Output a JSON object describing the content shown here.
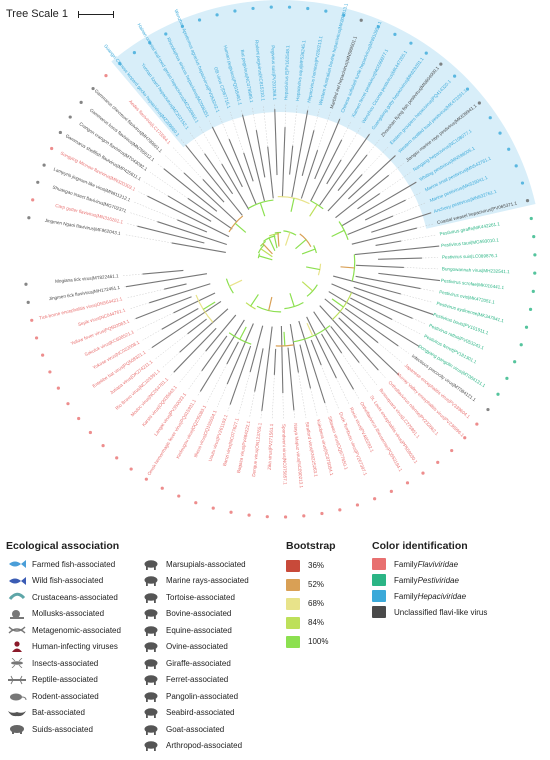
{
  "scale_label": "Tree Scale 1",
  "colors": {
    "flavi": "#e87070",
    "pesti": "#2bb585",
    "hepaci": "#3ba9d9",
    "unclassified": "#4a4a4a",
    "hepaci_bg": "#d8eef9",
    "branch_green": "#8ce050"
  },
  "leaves": [
    {
      "label": "Jingmen Ngaoi flavivirus|MF962043.1",
      "group": "unclassified"
    },
    {
      "label": "Carp gutter flavivirus|MN316261.1",
      "group": "flavi"
    },
    {
      "label": "Shuangao insect flavivirus|MG702371",
      "group": "unclassified"
    },
    {
      "label": "Lampyris jingmen-like virus|MN811212.1",
      "group": "unclassified"
    },
    {
      "label": "Songying Minnow flavivirus|MN320303.1",
      "group": "flavi"
    },
    {
      "label": "Gammarus shellfish flavivirus|MP425611.1",
      "group": "unclassified"
    },
    {
      "label": "Crangon crangon flavivirus|MT043092.1",
      "group": "unclassified"
    },
    {
      "label": "Gammarus luvus flavivirus|MN765612.1",
      "group": "unclassified"
    },
    {
      "label": "Gammarus chevreuxi flavivirus|MH790661.1",
      "group": "unclassified"
    },
    {
      "label": "Aedes flavivirus|LC170064.1",
      "group": "flavi"
    },
    {
      "label": "Guangxi Chinese leopard gecko hepacivirus|MZ209660.1",
      "group": "hepaci"
    },
    {
      "label": "Yunnan lizard hepacivirus|MZ202152.1",
      "group": "hepaci"
    },
    {
      "label": "Hainan oriental leaf-toed gecko hepacivirus|MZ209650.1",
      "group": "hepaci"
    },
    {
      "label": "Rhinolophus sinicus hepacivirus|MZ008351",
      "group": "hepaci"
    },
    {
      "label": "Wenzhou Apodemus agrarius hepacivirus|PV053242.1",
      "group": "hepaci"
    },
    {
      "label": "GB virus C|D87716.1",
      "group": "hepaci"
    },
    {
      "label": "Human pegivirus|PQ618481.1",
      "group": "hepaci"
    },
    {
      "label": "Bat pegivirus|NC079989.1",
      "group": "hepaci"
    },
    {
      "label": "Rodent pegivirus|KC815310.1",
      "group": "hepaci"
    },
    {
      "label": "Pegivirus suis|PV201269.1",
      "group": "hepaci"
    },
    {
      "label": "Hepacivirus E|PV162548.1",
      "group": "hepaci"
    },
    {
      "label": "Hepacivirus equi|MF536245.1",
      "group": "hepaci"
    },
    {
      "label": "Hepacivirus hominis|PV260213.1",
      "group": "hepaci"
    },
    {
      "label": "Western Australian bovine hepacivirus|MK808813.1",
      "group": "hepaci"
    },
    {
      "label": "Marbled eel hepacivirus|MN599001.1",
      "group": "unclassified"
    },
    {
      "label": "Chinese softshell turtle hepacivirus|MN810854.1",
      "group": "hepaci"
    },
    {
      "label": "Xiamen ferret pestivirus|MG599977.1",
      "group": "hepaci"
    },
    {
      "label": "Wenzhou Ciconia pestivirus|MK447265.1",
      "group": "hepaci"
    },
    {
      "label": "Guangdong goby hepacivirus|MK629281.1",
      "group": "hepaci"
    },
    {
      "label": "Zhoushan flying fish pestivirus|MN604000.1",
      "group": "unclassified"
    },
    {
      "label": "Eastern groupers hepacivirus|PQ414320.1",
      "group": "hepaci"
    },
    {
      "label": "Western mottled toad pestivirus|MK472261.1",
      "group": "hepaci"
    },
    {
      "label": "Jiangsu marine rays pestivirus|MK639941.1",
      "group": "unclassified"
    },
    {
      "label": "Nangang hepacivirus|NC108077.1",
      "group": "hepaci"
    },
    {
      "label": "Whiting pestivirus|MN599005.1",
      "group": "hepaci"
    },
    {
      "label": "Marine snail pestivirus|MN542761.1",
      "group": "hepaci"
    },
    {
      "label": "Marine pestivirus|MK629041.1",
      "group": "hepaci"
    },
    {
      "label": "Anchovy pestivirus|MN632761.1",
      "group": "hepaci"
    },
    {
      "label": "Coastal weasel hepacivirus|PV065371.1",
      "group": "unclassified"
    },
    {
      "label": "Pestivirus giraffe|MK442261.1",
      "group": "pesti"
    },
    {
      "label": "Pestivirus tauri|MG593010.1",
      "group": "pesti"
    },
    {
      "label": "Pestivirus suis|LC089876.1",
      "group": "pesti"
    },
    {
      "label": "Bungowannah virus|MH232541.1",
      "group": "pesti"
    },
    {
      "label": "Pestivirus scrofae|MK016441.1",
      "group": "pesti"
    },
    {
      "label": "Pestivirus ovis|MK472051.1",
      "group": "pesti"
    },
    {
      "label": "Pestivirus aydinense|MK347841.1",
      "group": "pesti"
    },
    {
      "label": "Pestivirus bovis|PV101911.1",
      "group": "pesti"
    },
    {
      "label": "Pestivirus rattus|PV053243.1",
      "group": "pesti"
    },
    {
      "label": "Pestivirus ferret|PV181301.1",
      "group": "pesti"
    },
    {
      "label": "Dongyang pangolin virus|MT084131.1",
      "group": "pesti"
    },
    {
      "label": "Infectious precocity virus|MT084121.1",
      "group": "unclassified"
    },
    {
      "label": "Japanese encephalitis virus|PV339604.1",
      "group": "flavi"
    },
    {
      "label": "Murray Valley encephalitis virus|PV236996.1",
      "group": "flavi"
    },
    {
      "label": "Orthoflavivirus nilense|PV232662.1",
      "group": "flavi"
    },
    {
      "label": "Bussuquara virus|LC275851.1",
      "group": "flavi"
    },
    {
      "label": "St. Louis encephalitis virus|PP559030.1",
      "group": "flavi"
    },
    {
      "label": "Orthoflavivirus ilheusense|PQ553194.1",
      "group": "flavi"
    },
    {
      "label": "Rocio virus|PV485282.1",
      "group": "flavi"
    },
    {
      "label": "Duck Tembusu virus|PV267397.1",
      "group": "flavi"
    },
    {
      "label": "Sitiawan virus|OQ977650.1",
      "group": "flavi"
    },
    {
      "label": "Kokobera virus|NC075054.1",
      "group": "flavi"
    },
    {
      "label": "Stratford virus|KM225263.1",
      "group": "flavi"
    },
    {
      "label": "Ntaya Mapuz virus|NC090213.1",
      "group": "flavi"
    },
    {
      "label": "Spondweni virus|NC075857.1",
      "group": "flavi"
    },
    {
      "label": "Zika virus|PV271561.1",
      "group": "flavi"
    },
    {
      "label": "Dengue virus|ON123765.1",
      "group": "flavi"
    },
    {
      "label": "Bagaza virus|PV484222.1",
      "group": "flavi"
    },
    {
      "label": "Banzi virus|NC077627.1",
      "group": "flavi"
    },
    {
      "label": "Usutu virus|PV261103.1",
      "group": "flavi"
    },
    {
      "label": "Ilheus virus|OQ155554.1",
      "group": "flavi"
    },
    {
      "label": "Kedougou virus|OQ235083.1",
      "group": "flavi"
    },
    {
      "label": "Omsk hemorrhagic fever virus|PQ015931.1",
      "group": "flavi"
    },
    {
      "label": "Langat virus|PV350033.1",
      "group": "flavi"
    },
    {
      "label": "Karshi virus|OQ035843.1",
      "group": "flavi"
    },
    {
      "label": "Modoc virus|NC054781.1",
      "group": "flavi"
    },
    {
      "label": "Rio Bravo virus|NC103391.1",
      "group": "flavi"
    },
    {
      "label": "Jutiapa virus|OK274211.1",
      "group": "flavi"
    },
    {
      "label": "Entebbe bat virus|PQ508321.1",
      "group": "flavi"
    },
    {
      "label": "Yokose virus|NC022008.1",
      "group": "flavi"
    },
    {
      "label": "Sokuluk virus|KC608521.1",
      "group": "flavi"
    },
    {
      "label": "Yellow fever virus|PQ502063.1",
      "group": "flavi"
    },
    {
      "label": "Sepik virus|NC044761.1",
      "group": "flavi"
    },
    {
      "label": "Tick-borne encephalitis virus|ON564421.1",
      "group": "flavi"
    },
    {
      "label": "Jingmen tick flavivirus|MH172451.1",
      "group": "unclassified"
    },
    {
      "label": "Mogiana tick virus|MT822461.1",
      "group": "unclassified"
    }
  ],
  "legend_eco": {
    "title": "Ecological association",
    "items": [
      {
        "icon": "fish-icon",
        "label": "Farmed fish-associated",
        "color": "#4a9ed8"
      },
      {
        "icon": "fish-icon",
        "label": "Wild fish-associated",
        "color": "#3b5cb4"
      },
      {
        "icon": "shrimp-icon",
        "label": "Crustaceans-associated",
        "color": "#5ea6a8"
      },
      {
        "icon": "snail-icon",
        "label": "Mollusks-associated",
        "color": "#777777"
      },
      {
        "icon": "dna-icon",
        "label": "Metagenomic-associated",
        "color": "#777777"
      },
      {
        "icon": "person-icon",
        "label": "Human-infecting viruses",
        "color": "#8b1a2a"
      },
      {
        "icon": "insect-icon",
        "label": "Insects-associated",
        "color": "#777777"
      },
      {
        "icon": "lizard-icon",
        "label": "Reptile-associated",
        "color": "#777777"
      },
      {
        "icon": "rodent-icon",
        "label": "Rodent-associated",
        "color": "#777777"
      },
      {
        "icon": "bat-icon",
        "label": "Bat-associated",
        "color": "#555555"
      },
      {
        "icon": "pig-icon",
        "label": "Suids-associated",
        "color": "#666666"
      }
    ]
  },
  "legend_eco2": {
    "items": [
      {
        "icon": "koala-icon",
        "label": "Marsupials-associated"
      },
      {
        "icon": "ray-icon",
        "label": "Marine rays-associated"
      },
      {
        "icon": "tortoise-icon",
        "label": "Tortoise-associated"
      },
      {
        "icon": "cow-icon",
        "label": "Bovine-associated"
      },
      {
        "icon": "horse-icon",
        "label": "Equine-associated"
      },
      {
        "icon": "sheep-icon",
        "label": "Ovine-associated"
      },
      {
        "icon": "giraffe-icon",
        "label": "Giraffe-associated"
      },
      {
        "icon": "ferret-icon",
        "label": "Ferret-associated"
      },
      {
        "icon": "pangolin-icon",
        "label": "Pangolin-associated"
      },
      {
        "icon": "seabird-icon",
        "label": "Seabird-associated"
      },
      {
        "icon": "goat-icon",
        "label": "Goat-associated"
      },
      {
        "icon": "tick-icon",
        "label": "Arthropod-associated"
      }
    ]
  },
  "legend_boot": {
    "title": "Bootstrap",
    "items": [
      {
        "label": "36%",
        "color": "#c84a3a"
      },
      {
        "label": "52%",
        "color": "#d9a055"
      },
      {
        "label": "68%",
        "color": "#e8e38a"
      },
      {
        "label": "84%",
        "color": "#bde05a"
      },
      {
        "label": "100%",
        "color": "#8ce050"
      }
    ]
  },
  "legend_color": {
    "title": "Color identification",
    "items": [
      {
        "label_pre": "Family ",
        "label": "Flaviviridae",
        "color": "#e87070",
        "italic": true
      },
      {
        "label_pre": "Family ",
        "label": "Pestiviridae",
        "color": "#2bb585",
        "italic": true
      },
      {
        "label_pre": "Family ",
        "label": "Hepaciviridae",
        "color": "#3ba9d9",
        "italic": true
      },
      {
        "label_pre": "",
        "label": "Unclassified flavi-like virus",
        "color": "#4a4a4a",
        "italic": false
      }
    ]
  }
}
